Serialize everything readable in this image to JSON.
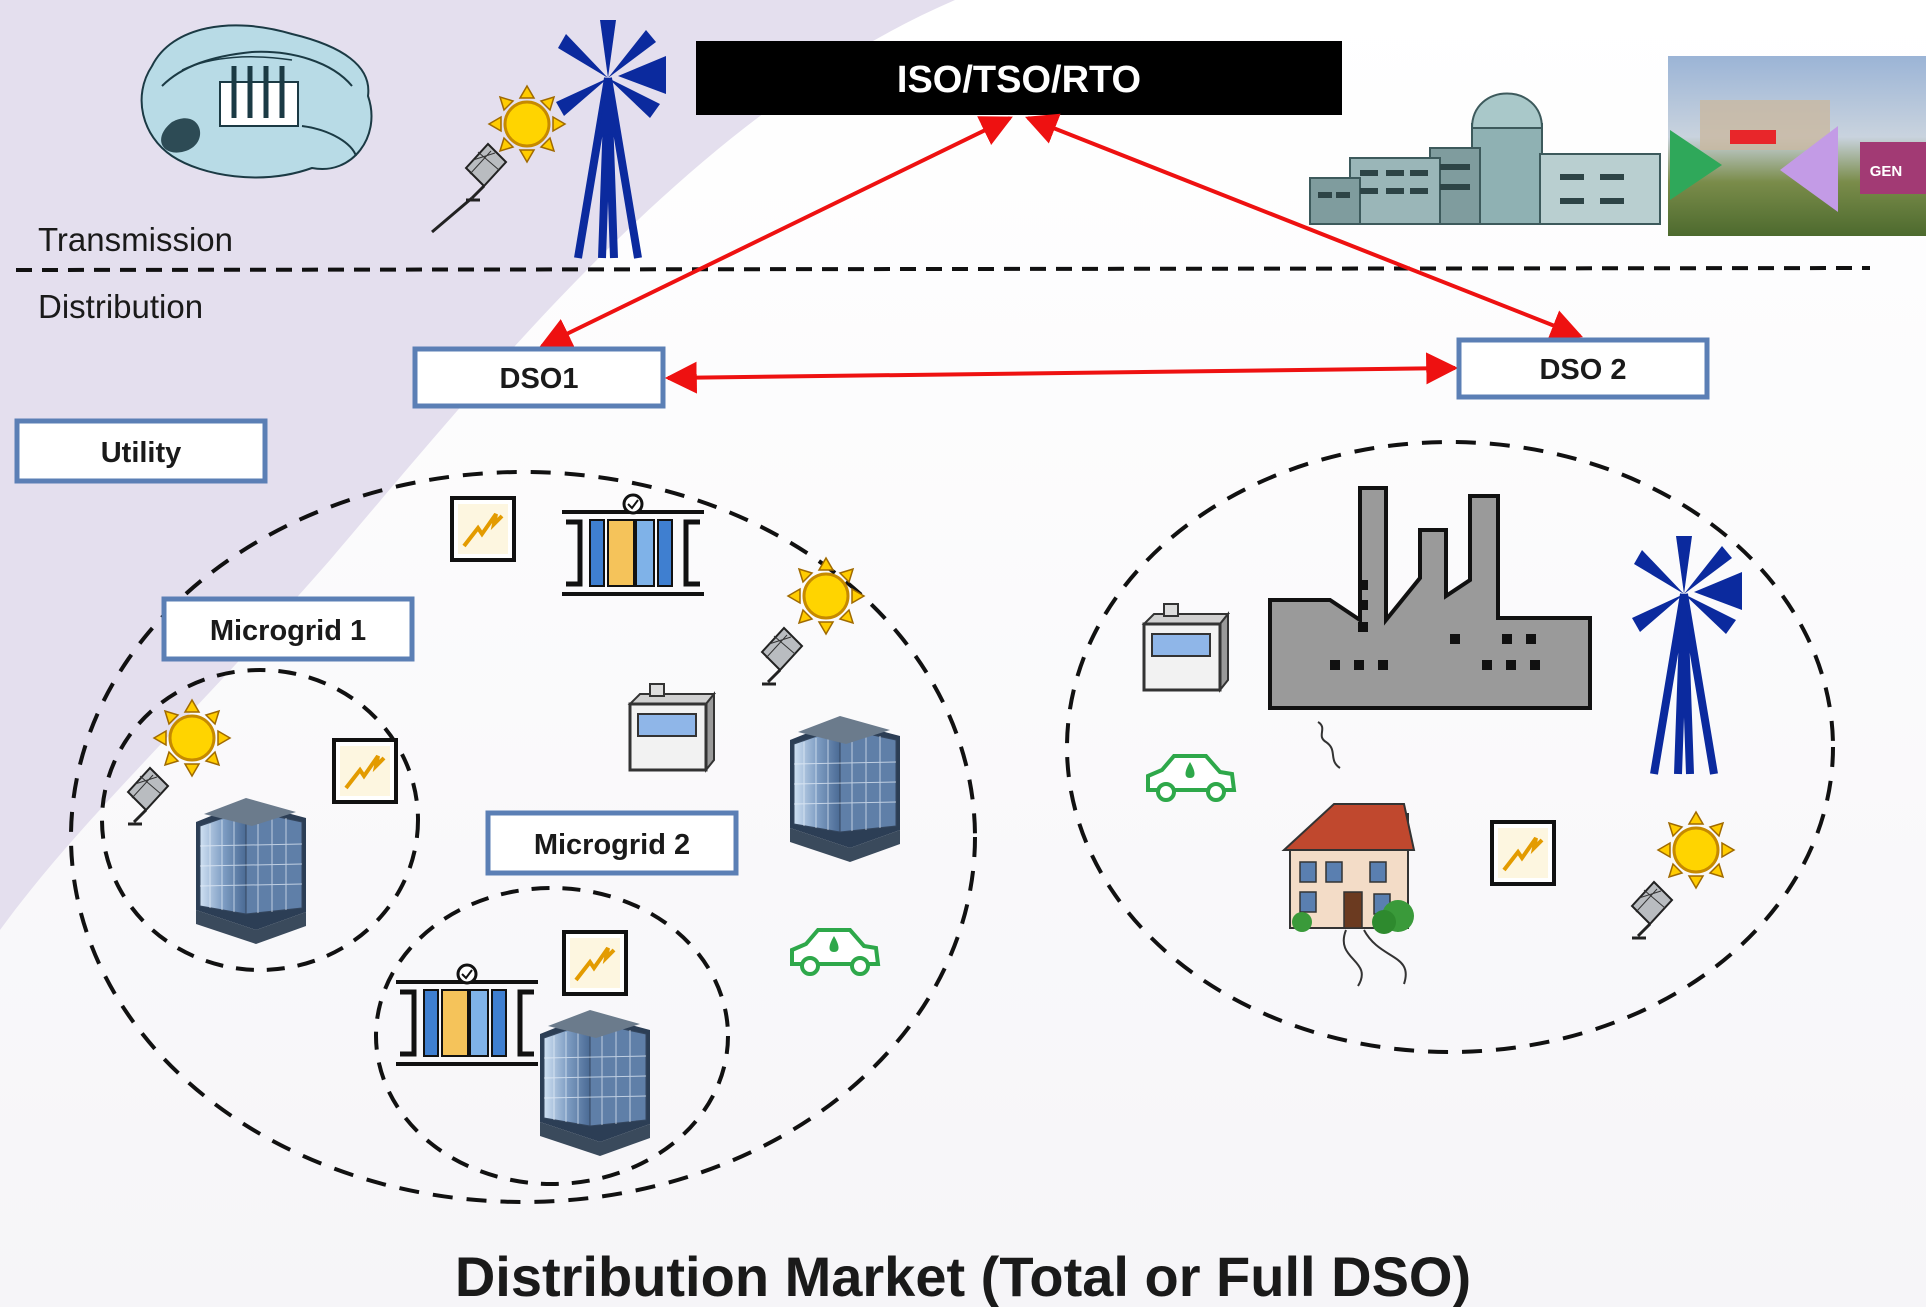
{
  "layers": {
    "transmission": "Transmission",
    "distribution": "Distribution"
  },
  "operators": {
    "iso": "ISO/TSO/RTO",
    "dso1": "DSO1",
    "dso2": "DSO 2",
    "utility": "Utility"
  },
  "microgrids": {
    "mg1": "Microgrid 1",
    "mg2": "Microgrid 2"
  },
  "generator_tag": "GEN",
  "footer_title": "Distribution Market (Total or Full DSO)",
  "colors": {
    "arrow": "#ee1111",
    "box_border": "#5b7fb5",
    "region_shade": "#e4dfee",
    "header_bar": "#000000"
  },
  "icons": [
    "hydro-dam-icon",
    "solar-panel-icon",
    "sun-icon",
    "wind-turbine-icon",
    "nuclear-plant-icon",
    "generator-photo-icon",
    "meter-icon",
    "battery-storage-icon",
    "fuel-cell-icon",
    "office-building-icon",
    "electric-car-icon",
    "factory-icon",
    "house-icon"
  ]
}
